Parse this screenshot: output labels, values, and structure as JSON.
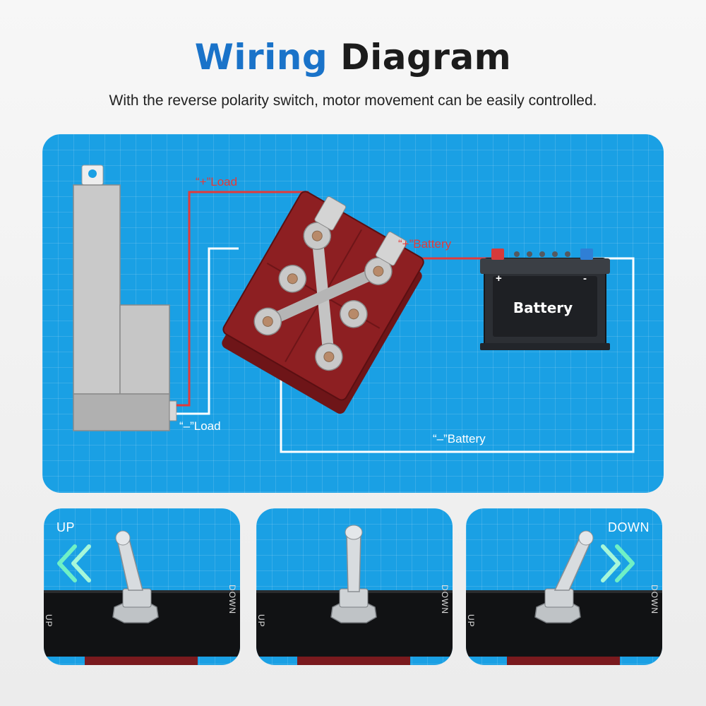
{
  "title": {
    "part1": "Wiring",
    "part2": "Diagram"
  },
  "subtitle": "With the reverse polarity switch, motor movement can be easily controlled.",
  "diagram": {
    "labels": {
      "plus_load": "“+”Load",
      "minus_load": "“–”Load",
      "plus_battery": "“+”Battery",
      "minus_battery": "“–”Battery"
    },
    "battery": {
      "text": "Battery",
      "plus_sign": "+",
      "minus_sign": "-"
    },
    "colors": {
      "positive_wire": "#e23a3a",
      "negative_wire": "#ffffff",
      "switch_body": "#8d1f22",
      "panel": "#1aa0e4"
    }
  },
  "switch_states": [
    {
      "direction_label": "UP",
      "plate_up": "UP",
      "plate_down": "DOWN"
    },
    {
      "direction_label": "",
      "plate_up": "UP",
      "plate_down": "DOWN"
    },
    {
      "direction_label": "DOWN",
      "plate_up": "UP",
      "plate_down": "DOWN"
    }
  ]
}
